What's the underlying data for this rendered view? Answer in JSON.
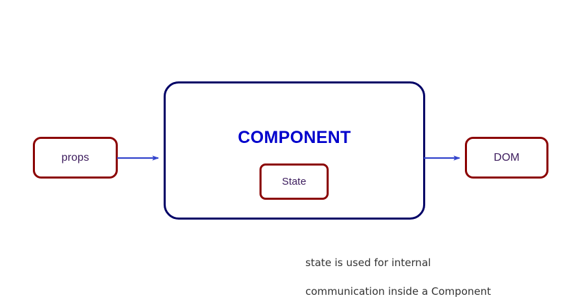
{
  "diagram": {
    "title": "React Component data flow diagram",
    "background_color": "#ffffff",
    "colors": {
      "component_border": "#000066",
      "component_title": "#0000cc",
      "box_border": "#8b0000",
      "box_label": "#3b1a5c",
      "arrow": "#3344cc",
      "caption": "#333333"
    },
    "nodes": {
      "props": {
        "label": "props"
      },
      "component": {
        "title": "COMPONENT"
      },
      "state": {
        "label": "State"
      },
      "dom": {
        "label": "DOM"
      }
    },
    "arrows": [
      {
        "name": "props-to-component",
        "from": "props",
        "to": "component",
        "label": ""
      },
      {
        "name": "component-to-dom",
        "from": "component",
        "to": "dom",
        "label": ""
      }
    ],
    "caption": {
      "line1": "state is used for internal",
      "line2": "communication inside a Component"
    }
  }
}
